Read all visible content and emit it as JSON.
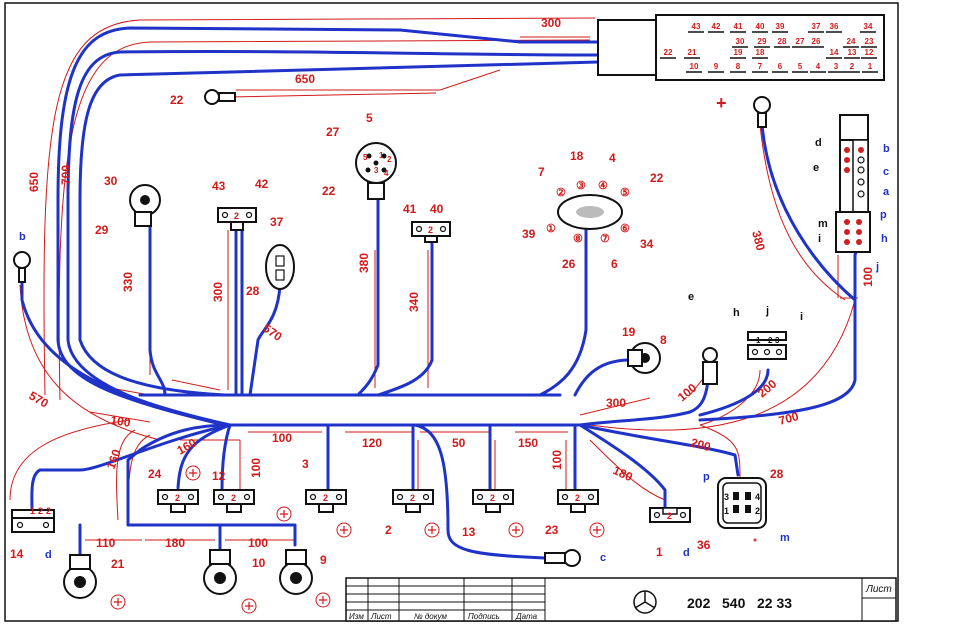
{
  "dims": {
    "d300_top": "300",
    "d650_top": "650",
    "d650_side": "650",
    "d700_side": "700",
    "d330": "330",
    "d300_mid": "300",
    "d570_mid": "570",
    "d380_mid": "380",
    "d340": "340",
    "d380_right": "380",
    "d100_right": "100",
    "d570_left": "570",
    "d100_left": "100",
    "d160_a": "160",
    "d160_b": "160",
    "d100_b": "100",
    "d100_c": "100",
    "d120": "120",
    "d50": "50",
    "d150": "150",
    "d100_d": "100",
    "d180_r": "180",
    "d300_r": "300",
    "d100_e": "100",
    "d200_a": "200",
    "d200_b": "200",
    "d700_r": "700",
    "d110": "110",
    "d180_b": "180",
    "d100_f": "100"
  },
  "labels": {
    "n22_ring": "22",
    "n27": "27",
    "n5": "5",
    "n22_round": "22",
    "n30": "30",
    "n29": "29",
    "n43": "43",
    "n42": "42",
    "n37": "37",
    "n28_oval": "28",
    "n41": "41",
    "n40": "40",
    "n7": "7",
    "n18": "18",
    "n4": "4",
    "n22_oval": "22",
    "n39": "39",
    "n26": "26",
    "n6": "6",
    "n34": "34",
    "n19": "19",
    "n8": "8",
    "n24": "24",
    "n12": "12",
    "n3": "3",
    "n2": "2",
    "n13": "13",
    "n23": "23",
    "n1": "1",
    "n14": "14",
    "n21": "21",
    "n10": "10",
    "n9": "9",
    "n28_sq": "28",
    "n36": "36",
    "b_left": "b",
    "d_left": "d",
    "d_mid": "d",
    "c_ring": "c",
    "e_sensor": "e",
    "h_conn": "h",
    "j_conn": "j",
    "i_conn": "i",
    "p_sq": "p",
    "m_sq": "m",
    "b_r": "b",
    "c_r": "c",
    "a_r": "a",
    "p_r": "p",
    "h_r": "h",
    "j_r": "j",
    "d_r": "d",
    "e_r": "e",
    "m_r": "m",
    "i_r": "i",
    "plus_sign": "+"
  },
  "oval_pins": [
    "①",
    "②",
    "③",
    "④",
    "⑤",
    "⑥",
    "⑦",
    "⑧"
  ],
  "main_connector": {
    "row1": [
      "43",
      "42",
      "41",
      "40",
      "39",
      "37",
      "36",
      "34"
    ],
    "row2": [
      "30",
      "29",
      "28",
      "27",
      "26",
      "24",
      "23"
    ],
    "row3": [
      "22",
      "21",
      "19",
      "18",
      "14",
      "13",
      "12"
    ],
    "row4": [
      "10",
      "9",
      "8",
      "7",
      "6",
      "5",
      "4",
      "3",
      "2",
      "1"
    ]
  },
  "pin_marks": {
    "round5": [
      "5",
      "1",
      "2",
      "3",
      "4"
    ],
    "pin_a": "2",
    "pin_b": "2",
    "pin_c": "2",
    "pin_d": "2",
    "pin_e": "2",
    "pin_f": "2",
    "pin_g": "2",
    "pin_h": "2",
    "pin_i": "2",
    "pin_j": "2",
    "pin_k": "1",
    "pin_l": "2",
    "hji": [
      "1",
      "2",
      "3"
    ],
    "sq4": [
      "3",
      "4",
      "1",
      "2"
    ]
  },
  "title_block": {
    "col_izm": "Изм",
    "col_list": "Лист",
    "col_doc": "№ докум",
    "col_sign": "Подпись",
    "col_date": "Дата",
    "sheet": "Лист",
    "doc_a": "202",
    "doc_b": "540",
    "doc_c": "22 33"
  }
}
